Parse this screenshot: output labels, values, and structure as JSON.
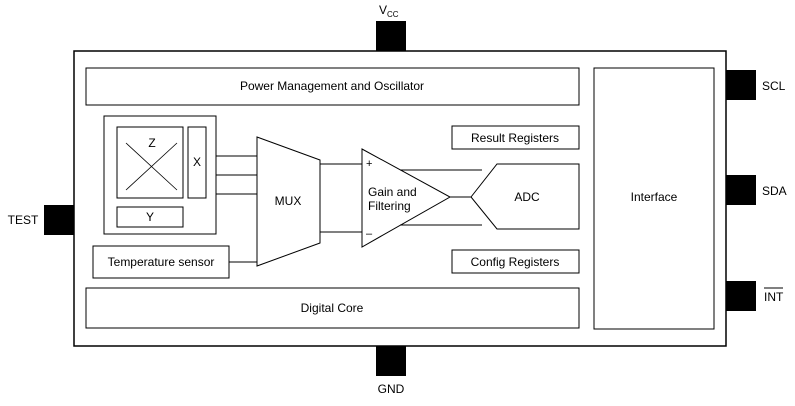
{
  "pins": {
    "vcc": {
      "main": "V",
      "sub": "CC"
    },
    "gnd": "GND",
    "test": "TEST",
    "scl": "SCL",
    "sda": "SDA",
    "int": "INT"
  },
  "blocks": {
    "power": "Power Management and Oscillator",
    "sensor_z": "Z",
    "sensor_x": "X",
    "sensor_y": "Y",
    "temperature": "Temperature sensor",
    "mux": "MUX",
    "gain_line1": "Gain and",
    "gain_line2": "Filtering",
    "gain_plus": "+",
    "gain_minus": "–",
    "adc": "ADC",
    "result_registers": "Result Registers",
    "config_registers": "Config Registers",
    "interface": "Interface",
    "digital_core": "Digital Core"
  }
}
